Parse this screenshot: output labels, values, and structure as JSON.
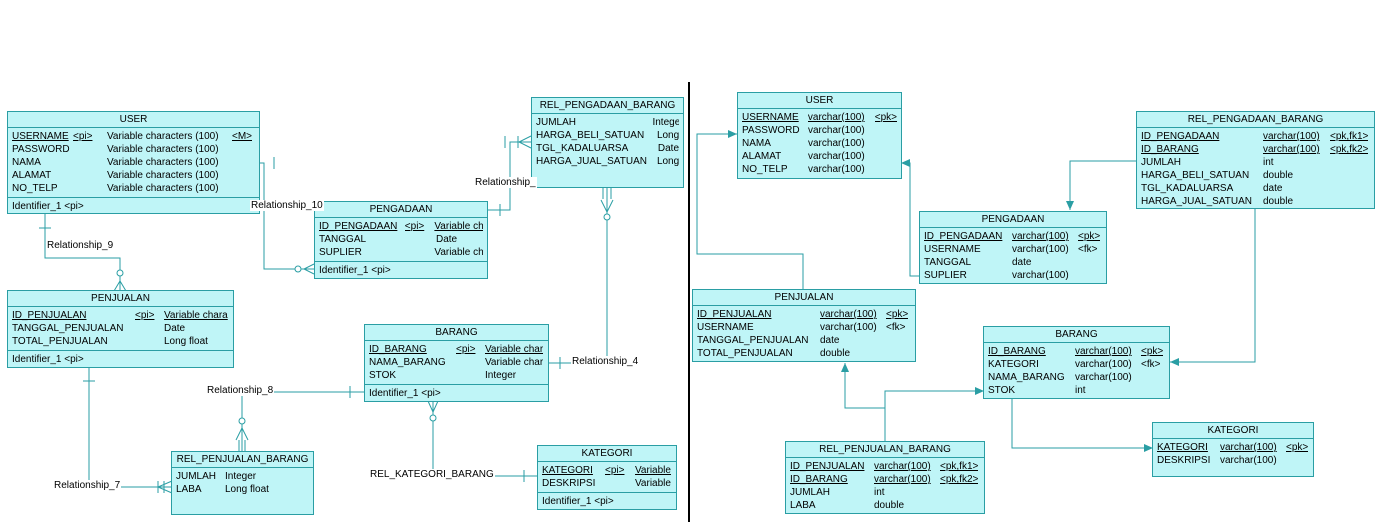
{
  "colors": {
    "line": "#2a9ea4",
    "fill": "#bff5f7",
    "divider": "#000000"
  },
  "cdm": {
    "user": {
      "title": "USER",
      "rows": [
        [
          "USERNAME",
          "<pi>",
          "Variable characters (100)",
          "<M>"
        ],
        [
          "PASSWORD",
          "",
          "Variable characters (100)",
          ""
        ],
        [
          "NAMA",
          "",
          "Variable characters (100)",
          ""
        ],
        [
          "ALAMAT",
          "",
          "Variable characters (100)",
          ""
        ],
        [
          "NO_TELP",
          "",
          "Variable characters (100)",
          ""
        ]
      ],
      "identifier": "Identifier_1   <pi>"
    },
    "pengadaan": {
      "title": "PENGADAAN",
      "rows": [
        [
          "ID_PENGADAAN",
          "<pi>",
          "Variable ch"
        ],
        [
          "TANGGAL",
          "",
          "Date"
        ],
        [
          "SUPLIER",
          "",
          "Variable ch"
        ]
      ],
      "identifier": "Identifier_1   <pi>"
    },
    "rel_pengadaan_barang": {
      "title": "REL_PENGADAAN_BARANG",
      "rows": [
        [
          "JUMLAH",
          "Intege"
        ],
        [
          "HARGA_BELI_SATUAN",
          "Long"
        ],
        [
          "TGL_KADALUARSA",
          "Date"
        ],
        [
          "HARGA_JUAL_SATUAN",
          "Long"
        ]
      ]
    },
    "penjualan": {
      "title": "PENJUALAN",
      "rows": [
        [
          "ID_PENJUALAN",
          "<pi>",
          "Variable chara"
        ],
        [
          "TANGGAL_PENJUALAN",
          "",
          "Date"
        ],
        [
          "TOTAL_PENJUALAN",
          "",
          "Long float"
        ]
      ],
      "identifier": "Identifier_1   <pi>"
    },
    "barang": {
      "title": "BARANG",
      "rows": [
        [
          "ID_BARANG",
          "<pi>",
          "Variable char"
        ],
        [
          "NAMA_BARANG",
          "",
          "Variable char"
        ],
        [
          "STOK",
          "",
          "Integer"
        ]
      ],
      "identifier": "Identifier_1   <pi>"
    },
    "rel_penjualan_barang": {
      "title": "REL_PENJUALAN_BARANG",
      "rows": [
        [
          "JUMLAH",
          "Integer"
        ],
        [
          "LABA",
          "Long float"
        ]
      ]
    },
    "kategori": {
      "title": "KATEGORI",
      "rows": [
        [
          "KATEGORI",
          "<pi>",
          "Variable"
        ],
        [
          "DESKRIPSI",
          "",
          "Variable"
        ]
      ],
      "identifier": "Identifier_1   <pi>"
    },
    "relationships": {
      "r10": "Relationship_10",
      "r9": "Relationship_9",
      "r8": "Relationship_8",
      "r7": "Relationship_7",
      "r4": "Relationship_4",
      "r_top": "Relationship_",
      "rel_kategori": "REL_KATEGORI_BARANG"
    }
  },
  "pdm": {
    "user": {
      "title": "USER",
      "rows": [
        [
          "USERNAME",
          "varchar(100)",
          "<pk>"
        ],
        [
          "PASSWORD",
          "varchar(100)",
          ""
        ],
        [
          "NAMA",
          "varchar(100)",
          ""
        ],
        [
          "ALAMAT",
          "varchar(100)",
          ""
        ],
        [
          "NO_TELP",
          "varchar(100)",
          ""
        ]
      ]
    },
    "rel_pengadaan_barang": {
      "title": "REL_PENGADAAN_BARANG",
      "rows": [
        [
          "ID_PENGADAAN",
          "varchar(100)",
          "<pk,fk1>"
        ],
        [
          "ID_BARANG",
          "varchar(100)",
          "<pk,fk2>"
        ],
        [
          "JUMLAH",
          "int",
          ""
        ],
        [
          "HARGA_BELI_SATUAN",
          "double",
          ""
        ],
        [
          "TGL_KADALUARSA",
          "date",
          ""
        ],
        [
          "HARGA_JUAL_SATUAN",
          "double",
          ""
        ]
      ]
    },
    "pengadaan": {
      "title": "PENGADAAN",
      "rows": [
        [
          "ID_PENGADAAN",
          "varchar(100)",
          "<pk>"
        ],
        [
          "USERNAME",
          "varchar(100)",
          "<fk>"
        ],
        [
          "TANGGAL",
          "date",
          ""
        ],
        [
          "SUPLIER",
          "varchar(100)",
          ""
        ]
      ]
    },
    "penjualan": {
      "title": "PENJUALAN",
      "rows": [
        [
          "ID_PENJUALAN",
          "varchar(100)",
          "<pk>"
        ],
        [
          "USERNAME",
          "varchar(100)",
          "<fk>"
        ],
        [
          "TANGGAL_PENJUALAN",
          "date",
          ""
        ],
        [
          "TOTAL_PENJUALAN",
          "double",
          ""
        ]
      ]
    },
    "barang": {
      "title": "BARANG",
      "rows": [
        [
          "ID_BARANG",
          "varchar(100)",
          "<pk>"
        ],
        [
          "KATEGORI",
          "varchar(100)",
          "<fk>"
        ],
        [
          "NAMA_BARANG",
          "varchar(100)",
          ""
        ],
        [
          "STOK",
          "int",
          ""
        ]
      ]
    },
    "kategori": {
      "title": "KATEGORI",
      "rows": [
        [
          "KATEGORI",
          "varchar(100)",
          "<pk>"
        ],
        [
          "DESKRIPSI",
          "varchar(100)",
          ""
        ]
      ]
    },
    "rel_penjualan_barang": {
      "title": "REL_PENJUALAN_BARANG",
      "rows": [
        [
          "ID_PENJUALAN",
          "varchar(100)",
          "<pk,fk1>"
        ],
        [
          "ID_BARANG",
          "varchar(100)",
          "<pk,fk2>"
        ],
        [
          "JUMLAH",
          "int",
          ""
        ],
        [
          "LABA",
          "double",
          ""
        ]
      ]
    }
  }
}
